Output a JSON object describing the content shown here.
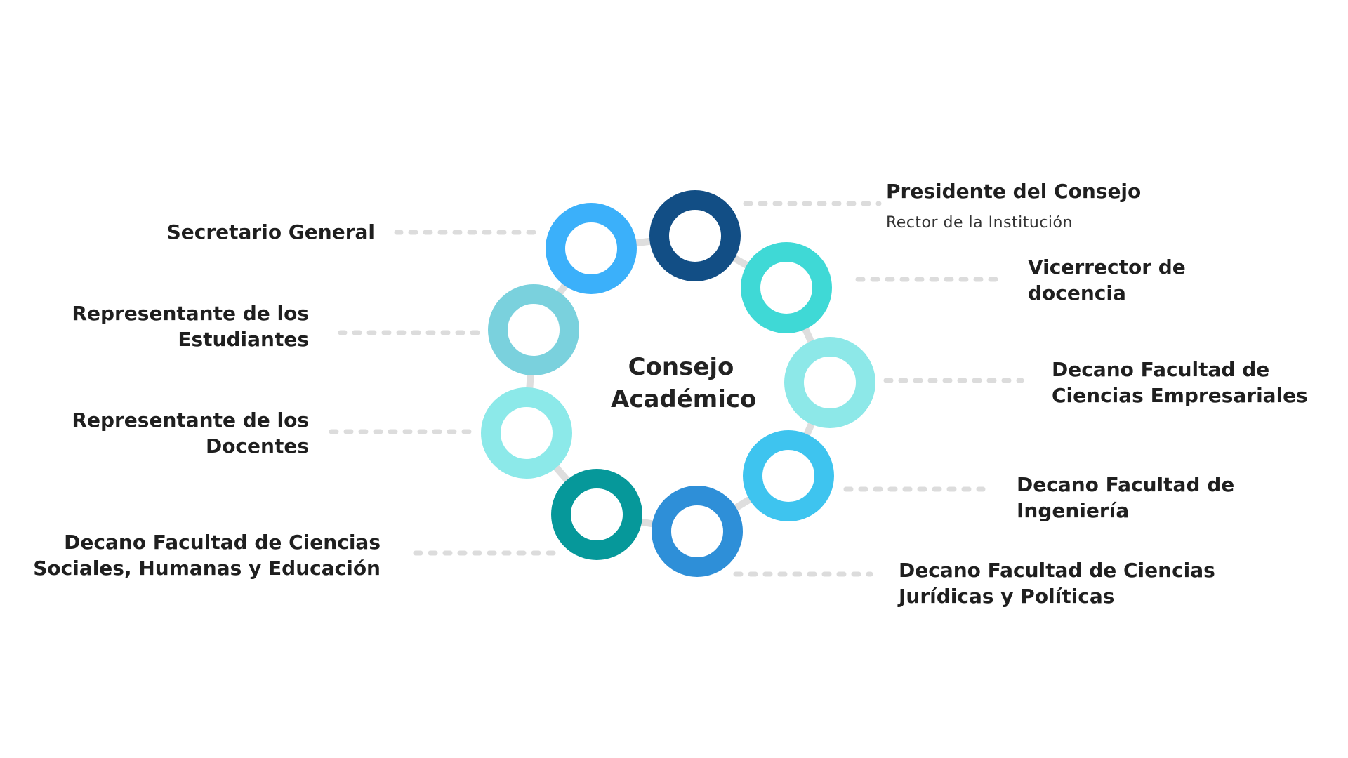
{
  "center": {
    "line1": "Consejo",
    "line2": "Académico"
  },
  "nodes": [
    {
      "id": "presidente",
      "color": "#124e85",
      "label": [
        "Presidente del Consejo"
      ],
      "sublabel": "Rector de la Institución"
    },
    {
      "id": "vicerrector",
      "color": "#3fd9d6",
      "label": [
        "Vicerrector de",
        "docencia"
      ]
    },
    {
      "id": "empresariales",
      "color": "#8de8e8",
      "label": [
        "Decano Facultad de",
        "Ciencias Empresariales"
      ]
    },
    {
      "id": "ingenieria",
      "color": "#3ec4ef",
      "label": [
        "Decano Facultad de",
        "Ingeniería"
      ]
    },
    {
      "id": "juridicas",
      "color": "#2e8fd8",
      "label": [
        "Decano Facultad de Ciencias",
        "Jurídicas y Políticas"
      ]
    },
    {
      "id": "sociales",
      "color": "#06989a",
      "label": [
        "Decano Facultad de Ciencias",
        "Sociales, Humanas y Educación"
      ]
    },
    {
      "id": "docentes",
      "color": "#8ce9e9",
      "label": [
        "Representante de los",
        "Docentes"
      ]
    },
    {
      "id": "estudiantes",
      "color": "#7ad1dd",
      "label": [
        "Representante de los",
        "Estudiantes"
      ]
    },
    {
      "id": "secretario",
      "color": "#3bb0fa",
      "label": [
        "Secretario General"
      ]
    }
  ]
}
